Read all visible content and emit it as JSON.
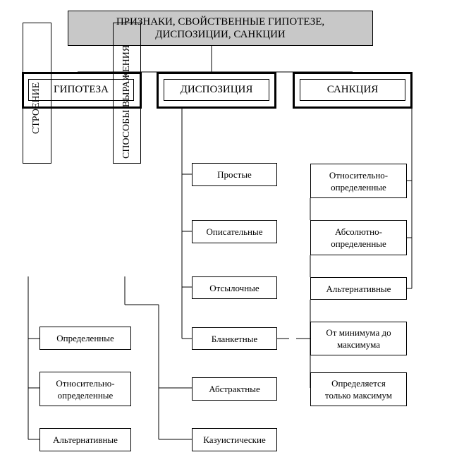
{
  "title": {
    "line1": "ПРИЗНАКИ, СВОЙСТВЕННЫЕ ГИПОТЕЗЕ,",
    "line2": "ДИСПОЗИЦИИ, САНКЦИИ"
  },
  "heads": {
    "hypothesis": "ГИПОТЕЗА",
    "disposition": "ДИСПОЗИЦИЯ",
    "sanction": "САНКЦИЯ"
  },
  "vertical": {
    "structure": "СТРОЕНИЕ",
    "expression": "СПОСОБЫ ВЫРАЖЕНИЯ"
  },
  "disposition_items": [
    "Простые",
    "Описательные",
    "Отсылочные",
    "Бланкетные",
    "Абстрактные",
    "Казуистические"
  ],
  "sanction_items": [
    {
      "l1": "Относительно-",
      "l2": "определенные"
    },
    {
      "l1": "Абсолютно-",
      "l2": "определенные"
    },
    {
      "l1": "Альтернативные",
      "l2": ""
    },
    {
      "l1": "От минимума до",
      "l2": "максимума"
    },
    {
      "l1": "Определяется",
      "l2": "только максимум"
    }
  ],
  "hypothesis_items": [
    {
      "l1": "Определенные",
      "l2": ""
    },
    {
      "l1": "Относительно-",
      "l2": "определенные"
    },
    {
      "l1": "Альтернативные",
      "l2": ""
    }
  ]
}
